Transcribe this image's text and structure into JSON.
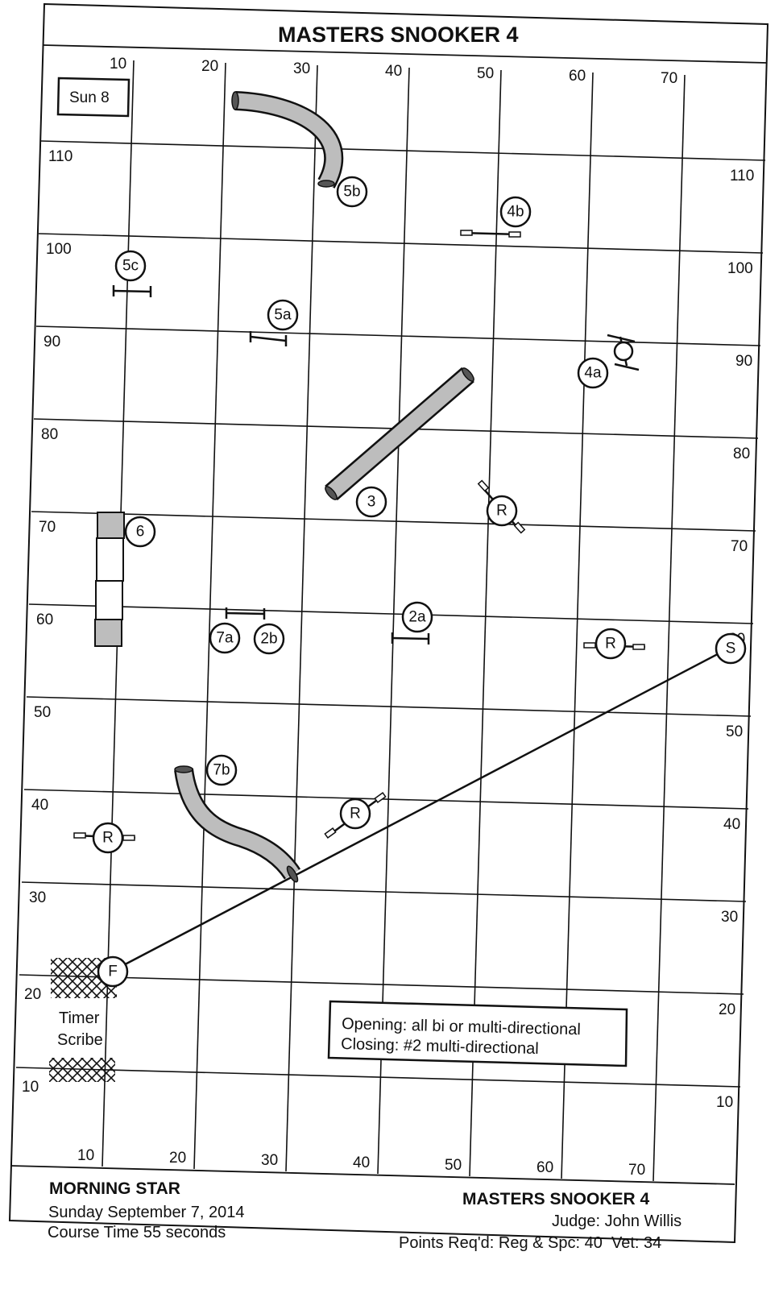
{
  "header": {
    "title": "MASTERS SNOOKER 4",
    "ring_label": "Sun 8"
  },
  "grid": {
    "top_labels": [
      "10",
      "20",
      "30",
      "40",
      "50",
      "60",
      "70"
    ],
    "bottom_labels": [
      "10",
      "20",
      "30",
      "40",
      "50",
      "60",
      "70"
    ],
    "left_labels": [
      "110",
      "100",
      "90",
      "80",
      "70",
      "60",
      "50",
      "40",
      "30",
      "20",
      "10"
    ],
    "right_labels": [
      "110",
      "100",
      "90",
      "80",
      "70",
      "60",
      "50",
      "40",
      "30",
      "20",
      "10"
    ]
  },
  "obstacles": {
    "tunnel_5b": "5b",
    "jump_4b": "4b",
    "jump_5c": "5c",
    "jump_5a": "5a",
    "tire_4a": "4a",
    "tunnel_3": "3",
    "red_jump_right_upper": "R",
    "table_6": "6",
    "jump_7a": "7a",
    "jump_2b": "2b",
    "jump_2a": "2a",
    "red_jump_right": "R",
    "start": "S",
    "tunnel_7b": "7b",
    "red_jump_center": "R",
    "red_jump_left": "R",
    "finish": "F"
  },
  "table_area": {
    "line1": "Timer",
    "line2": "Scribe"
  },
  "notes": {
    "opening": "Opening: all bi or multi-directional",
    "closing": "Closing: #2 multi-directional"
  },
  "footer": {
    "club": "MORNING STAR",
    "date": "Sunday September 7, 2014",
    "course_time": "Course Time 55 seconds",
    "class": "MASTERS SNOOKER 4",
    "judge": "Judge: John Willis",
    "points": "Points Req'd: Reg & Spc: 40  Vet: 34"
  }
}
